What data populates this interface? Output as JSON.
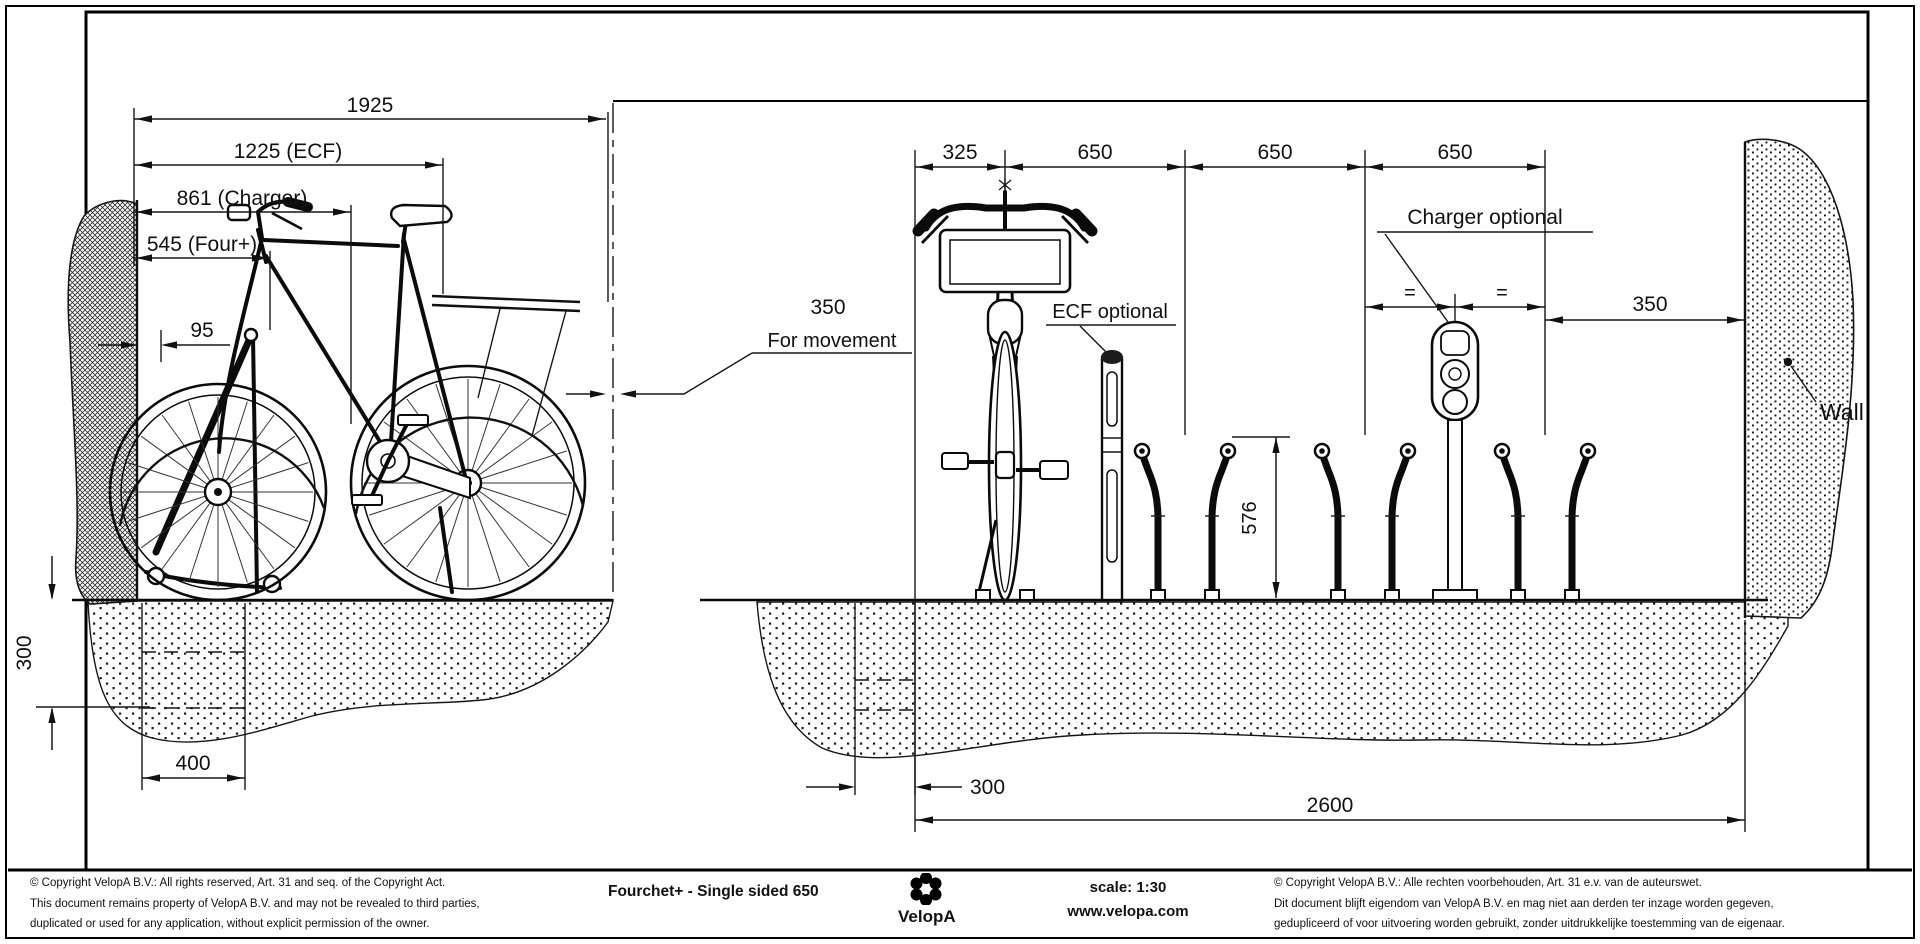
{
  "side_view": {
    "dims": {
      "overall": "1925",
      "ecf": "1225 (ECF)",
      "charger": "861 (Charger)",
      "four_plus": "545 (Four+)",
      "wall_clearance": "95",
      "foundation_depth": "300",
      "foundation_width": "400"
    }
  },
  "movement": {
    "value": "350",
    "label": "For movement"
  },
  "front_view": {
    "dims": {
      "end_spacing": "325",
      "spacing_1": "650",
      "spacing_2": "650",
      "spacing_3": "650",
      "equal_left": "=",
      "equal_right": "=",
      "wall_distance": "350",
      "tip_height": "576",
      "foundation_width": "300",
      "total_width": "2600"
    },
    "labels": {
      "ecf": "ECF optional",
      "charger": "Charger optional",
      "wall": "Wall"
    }
  },
  "title_block": {
    "copyright_en": [
      "©  Copyright VelopA B.V.: All rights reserved, Art. 31 and seq. of the Copyright Act.",
      "This document remains property of VelopA B.V. and may not be revealed to third parties,",
      "duplicated or used for any application, without explicit permission of the owner."
    ],
    "drawing_title": "Fourchet+ - Single sided 650",
    "logo_text": "VelopA",
    "scale_label": "scale: 1:30",
    "website": "www.velopa.com",
    "copyright_nl": [
      "©  Copyright VelopA B.V.: Alle rechten voorbehouden, Art. 31 e.v. van de auteurswet.",
      "Dit document blijft eigendom van VelopA B.V. en mag niet aan derden ter inzage worden gegeven,",
      "gedupliceerd of voor uitvoering worden gebruikt, zonder uitdrukkelijke toestemming van de eigenaar."
    ]
  }
}
